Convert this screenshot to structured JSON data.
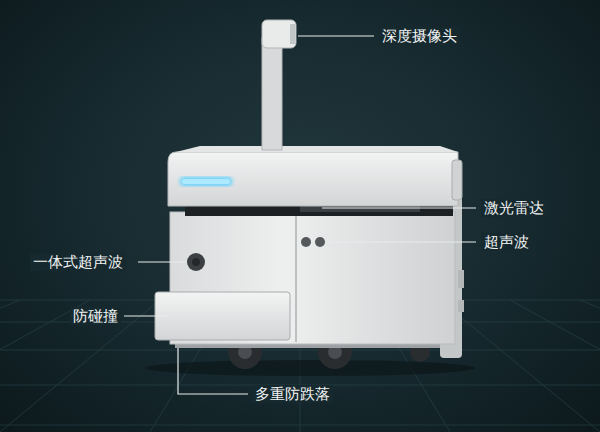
{
  "diagram": {
    "labels": [
      "深度摄像头",
      "激光雷达",
      "超声波",
      "一体式超声波",
      "防碰撞",
      "多重防跌落"
    ]
  }
}
